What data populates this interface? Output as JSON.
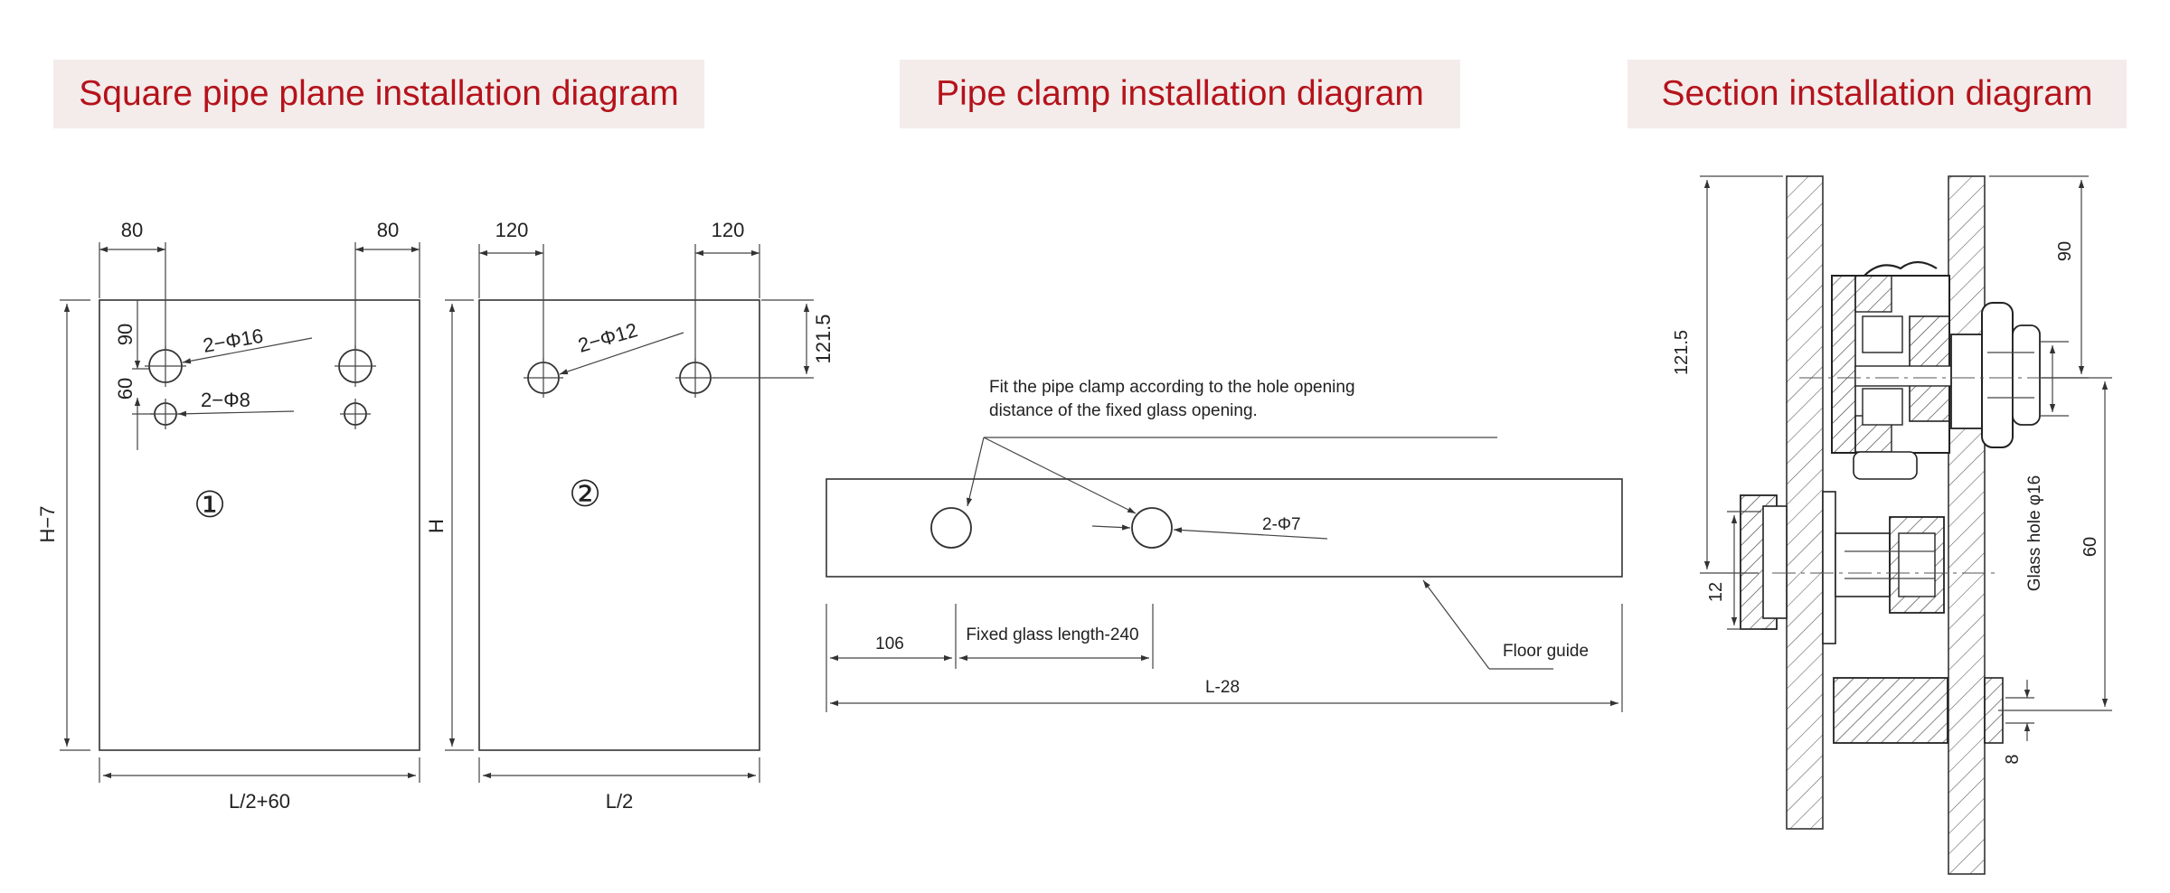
{
  "titles": {
    "square_pipe": "Square pipe plane installation diagram",
    "pipe_clamp": "Pipe clamp  installation diagram",
    "section": "Section installation diagram"
  },
  "colors": {
    "title_text": "#b5121b",
    "title_bg": "#f3ecea",
    "line": "#333333"
  },
  "panel1": {
    "dim_top_left": "80",
    "dim_top_right": "80",
    "dim_v_top": "90",
    "dim_v_mid": "60",
    "hole_large": "2−Φ16",
    "hole_small": "2−Φ8",
    "number": "①",
    "height": "H−7",
    "width": "L/2+60"
  },
  "panel2": {
    "dim_top_left": "120",
    "dim_top_right": "120",
    "dim_right": "121.5",
    "hole": "2−Φ12",
    "number": "②",
    "height": "H",
    "width": "L/2"
  },
  "clamp": {
    "note_line1": "Fit the pipe clamp according to the hole opening",
    "note_line2": "distance of the fixed glass opening.",
    "hole": "2-Φ7",
    "dim_left": "106",
    "dim_mid": "Fixed glass length-240",
    "dim_total": "L-28",
    "floor_guide": "Floor guide"
  },
  "section": {
    "dim_total": "121.5",
    "dim_top": "90",
    "dim_12": "12",
    "glass_hole": "Glass hole φ16",
    "dim_60": "60",
    "dim_8": "8"
  }
}
